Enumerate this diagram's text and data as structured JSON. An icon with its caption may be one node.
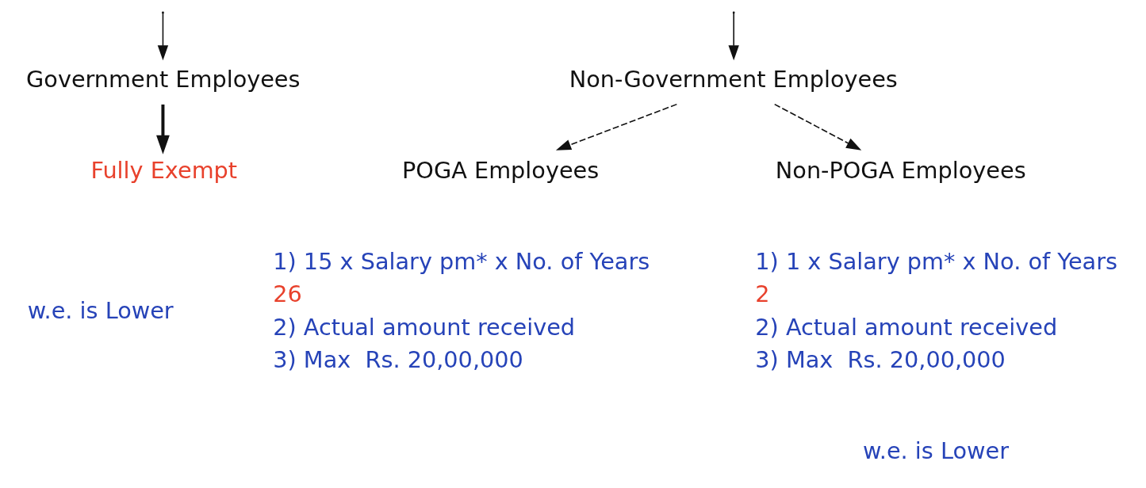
{
  "diagram": {
    "nodes": [
      {
        "text": [
          "Government Employees"
        ]
      },
      {
        "text": [
          "Non-Government Employees"
        ]
      },
      {
        "text": [
          "Fully Exempt"
        ]
      },
      {
        "text": [
          "POGA Employees"
        ]
      },
      {
        "text": [
          "Non-POGA Employees"
        ]
      },
      {
        "text": [
          "1) 15 x Salary pm* x No. of Years",
          "26",
          "2) Actual amount received",
          "3) Max  Rs. 20,00,000"
        ]
      },
      {
        "text": [
          "1) 1 x Salary pm* x No. of Years",
          "2",
          "2) Actual amount received",
          "3) Max  Rs. 20,00,000"
        ]
      }
    ],
    "edges": [
      {
        "from": null,
        "to": 0,
        "arrow": "to"
      },
      {
        "from": null,
        "to": 1,
        "arrow": "to"
      },
      {
        "from": 0,
        "to": 2,
        "arrow": "to",
        "style": "thick"
      },
      {
        "from": 1,
        "to": 3,
        "arrow": "to",
        "style": "dashed"
      },
      {
        "from": 1,
        "to": 4,
        "arrow": "to",
        "style": "dashed"
      }
    ],
    "labels": [
      "w.e. is Lower",
      "w.e. is Lower"
    ]
  }
}
